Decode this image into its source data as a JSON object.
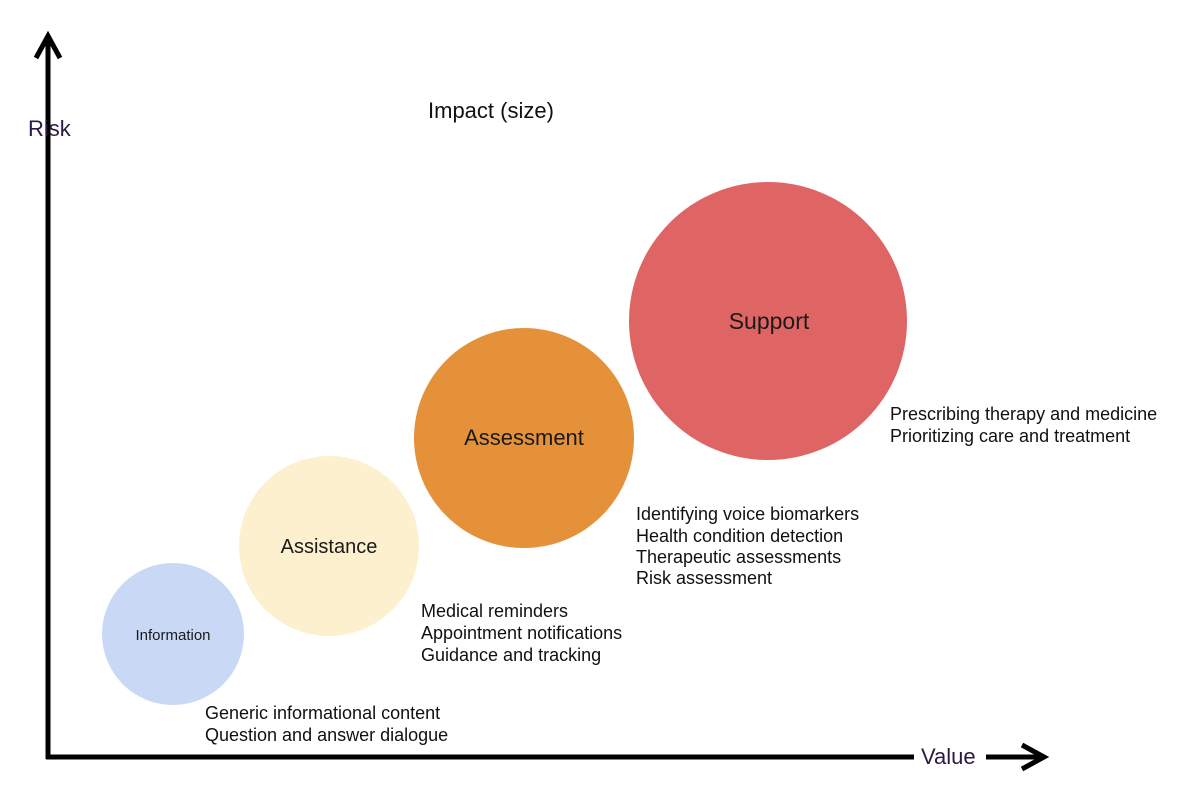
{
  "axes": {
    "y_label": "Risk",
    "x_label": "Value"
  },
  "legend": {
    "title": "Impact (size)"
  },
  "stages": [
    {
      "name": "Information",
      "color": "#c9d9f5",
      "items": [
        "Generic informational content",
        "Question and answer dialogue"
      ]
    },
    {
      "name": "Assistance",
      "color": "#fdf0cf",
      "items": [
        "Medical reminders",
        "Appointment notifications",
        "Guidance and tracking"
      ]
    },
    {
      "name": "Assessment",
      "color": "#e4913a",
      "items": [
        "Identifying voice biomarkers",
        "Health condition detection",
        "Therapeutic assessments",
        "Risk assessment"
      ]
    },
    {
      "name": "Support",
      "color": "#df6565",
      "items": [
        "Prescribing therapy and medicine",
        "Prioritizing care and treatment"
      ]
    }
  ]
}
